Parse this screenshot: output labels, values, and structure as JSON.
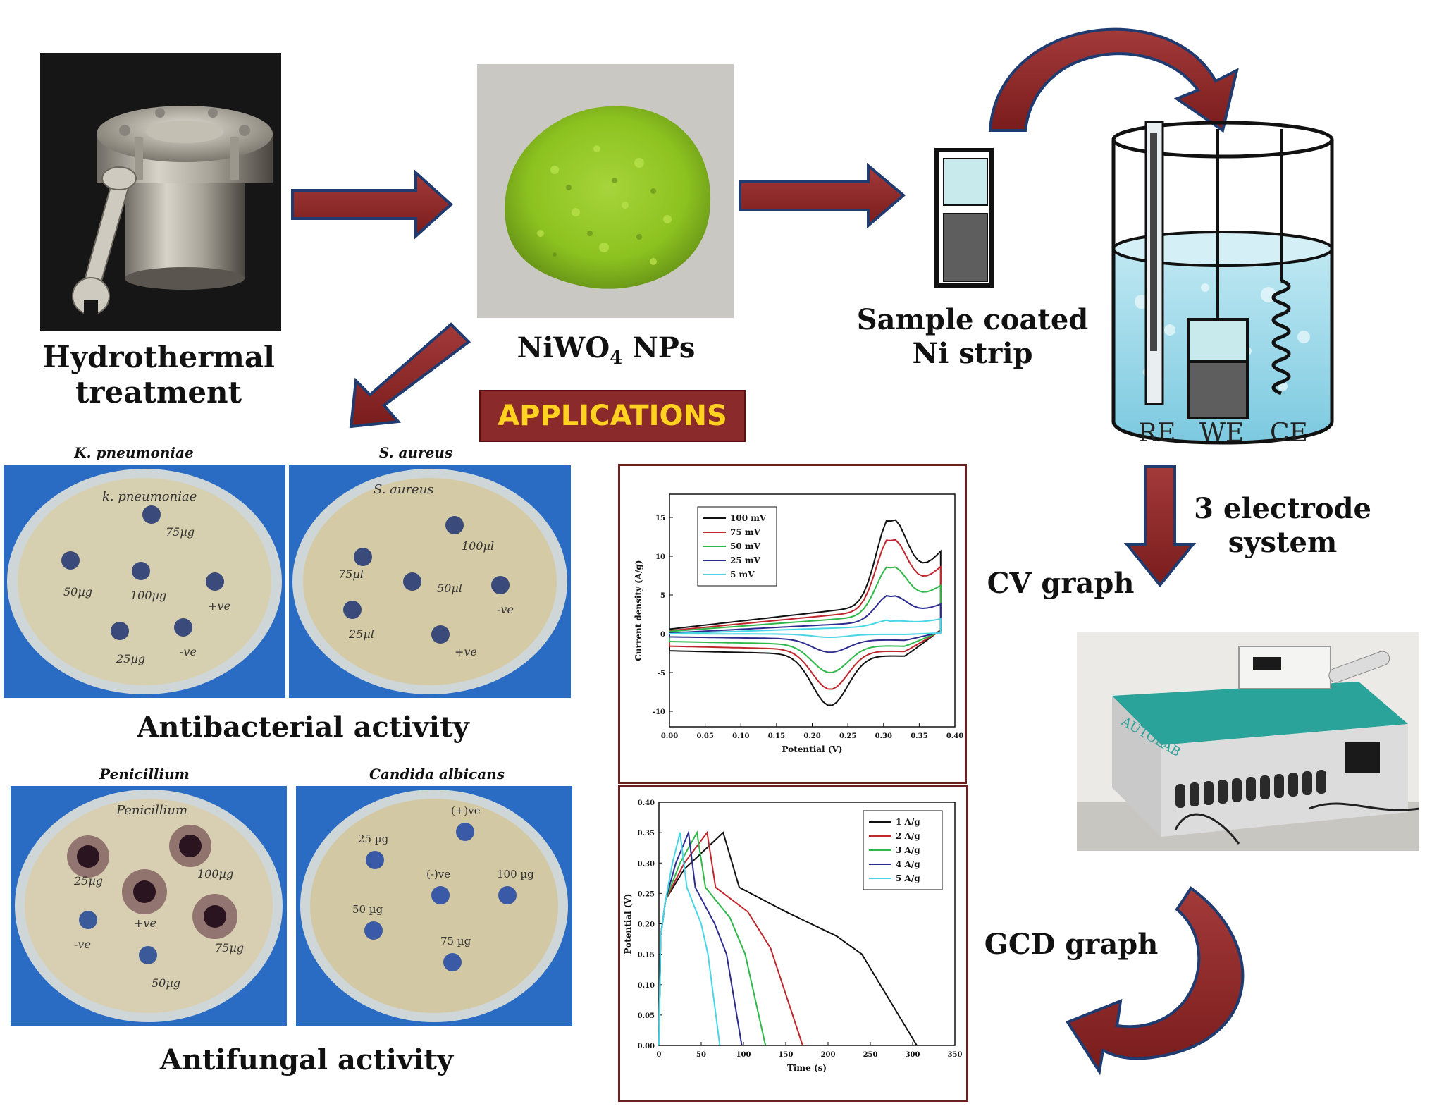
{
  "labels": {
    "hydrothermal": [
      "Hydrothermal",
      "treatment"
    ],
    "nanoparticles": "NiWO",
    "nanoparticles_sub": "4",
    "nanoparticles_suffix": " NPs",
    "strip": [
      "Sample coated",
      "Ni strip"
    ],
    "electrode_system": [
      "3 electrode",
      "system"
    ],
    "cv_graph": "CV graph",
    "gcd_graph": "GCD graph",
    "applications": "APPLICATIONS",
    "antibacterial": "Antibacterial activity",
    "antifungal": "Antifungal activity",
    "beaker_re": "RE",
    "beaker_we": "WE",
    "beaker_ce": "CE",
    "device_brand": "AUTOLAB"
  },
  "plates": {
    "kp_title": "K. pneumoniae",
    "sa_title": "S. aureus",
    "pen_title": "Penicillium",
    "ca_title": "Candida albicans",
    "kp_handwriting": "k. pneumoniae",
    "kp_wells": [
      "75µg",
      "50µg",
      "100µg",
      "+ve",
      "25µg",
      "-ve"
    ],
    "sa_handwriting": "S. aureus",
    "sa_wells": [
      "100µl",
      "75µl",
      "50µl",
      "-ve",
      "25µl",
      "+ve"
    ],
    "pen_handwriting": "Penicillium",
    "pen_wells": [
      "25µg",
      "100µg",
      "+ve",
      "75µg",
      "-ve",
      "50µg"
    ],
    "ca_wells": [
      "(+)ve",
      "25 µg",
      "(-)ve",
      "100 µg",
      "50 µg",
      "75 µg"
    ]
  },
  "chart_data": [
    {
      "type": "line",
      "xlabel": "Potential (V)",
      "ylabel": "Current density (A/g)",
      "xlim": [
        0.0,
        0.4
      ],
      "ylim": [
        -12,
        18
      ],
      "xticks": [
        "0.00",
        "0.05",
        "0.10",
        "0.15",
        "0.20",
        "0.25",
        "0.30",
        "0.35",
        "0.40"
      ],
      "yticks": [
        "-10",
        "-5",
        "0",
        "5",
        "10",
        "15"
      ],
      "legend_position": "top-left",
      "series": [
        {
          "name": "100 mV",
          "color": "#111111",
          "peak_anodic": 14.5,
          "peak_cathodic": -9.6,
          "upper_start": 0.6,
          "upper_mid": 3.2,
          "lower_start": -2.2,
          "lower_mid": -3.0,
          "end_top": 10.6,
          "end_bottom": 0.5
        },
        {
          "name": "75 mV",
          "color": "#c0272d",
          "peak_anodic": 12.0,
          "peak_cathodic": -7.5,
          "upper_start": 0.4,
          "upper_mid": 2.6,
          "lower_start": -1.6,
          "lower_mid": -2.4,
          "end_top": 8.6,
          "end_bottom": 0.4
        },
        {
          "name": "50 mV",
          "color": "#2fb84a",
          "peak_anodic": 8.5,
          "peak_cathodic": -5.3,
          "upper_start": 0.3,
          "upper_mid": 2.0,
          "lower_start": -1.0,
          "lower_mid": -1.7,
          "end_top": 6.2,
          "end_bottom": 0.3
        },
        {
          "name": "25 mV",
          "color": "#2c2c8f",
          "peak_anodic": 4.8,
          "peak_cathodic": -2.6,
          "upper_start": 0.1,
          "upper_mid": 1.3,
          "lower_start": -0.4,
          "lower_mid": -0.9,
          "end_top": 3.8,
          "end_bottom": 0.2
        },
        {
          "name": "5 mV",
          "color": "#48d6e6",
          "peak_anodic": 1.6,
          "peak_cathodic": -0.5,
          "upper_start": 0.0,
          "upper_mid": 0.8,
          "lower_start": 0.0,
          "lower_mid": -0.1,
          "end_top": 1.9,
          "end_bottom": 0.1
        }
      ]
    },
    {
      "type": "line",
      "xlabel": "Time (s)",
      "ylabel": "Potential (V)",
      "xlim": [
        0,
        350
      ],
      "ylim": [
        0.0,
        0.4
      ],
      "xticks": [
        "0",
        "50",
        "100",
        "150",
        "200",
        "250",
        "300",
        "350"
      ],
      "yticks": [
        "0.00",
        "0.05",
        "0.10",
        "0.15",
        "0.20",
        "0.25",
        "0.30",
        "0.35",
        "0.40"
      ],
      "legend_position": "top-right",
      "series": [
        {
          "name": "1 A/g",
          "color": "#111111",
          "x": [
            0,
            2,
            8,
            30,
            76,
            95,
            150,
            210,
            240,
            305
          ],
          "y": [
            0.0,
            0.18,
            0.24,
            0.29,
            0.35,
            0.26,
            0.22,
            0.18,
            0.15,
            0.0
          ]
        },
        {
          "name": "2 A/g",
          "color": "#c0272d",
          "x": [
            0,
            2,
            8,
            30,
            57,
            67,
            105,
            132,
            170
          ],
          "y": [
            0.0,
            0.18,
            0.24,
            0.3,
            0.35,
            0.26,
            0.22,
            0.16,
            0.0
          ]
        },
        {
          "name": "3 A/g",
          "color": "#2fb84a",
          "x": [
            0,
            2,
            8,
            25,
            45,
            55,
            84,
            102,
            126
          ],
          "y": [
            0.0,
            0.18,
            0.24,
            0.3,
            0.35,
            0.26,
            0.21,
            0.15,
            0.0
          ]
        },
        {
          "name": "4 A/g",
          "color": "#2c2c8f",
          "x": [
            0,
            2,
            8,
            20,
            35,
            43,
            66,
            80,
            98
          ],
          "y": [
            0.0,
            0.18,
            0.24,
            0.3,
            0.35,
            0.26,
            0.2,
            0.15,
            0.0
          ]
        },
        {
          "name": "5 A/g",
          "color": "#48d6e6",
          "x": [
            0,
            2,
            8,
            16,
            25,
            33,
            50,
            58,
            72
          ],
          "y": [
            0.0,
            0.18,
            0.24,
            0.3,
            0.35,
            0.26,
            0.2,
            0.15,
            0.0
          ]
        }
      ]
    }
  ]
}
